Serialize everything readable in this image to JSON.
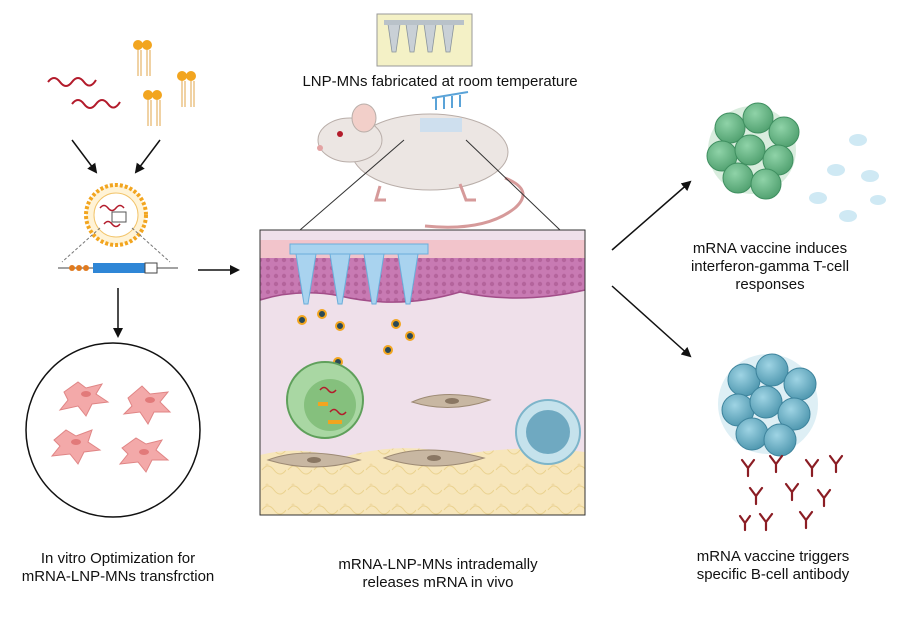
{
  "top_label": "LNP-MNs fabricated at room temperature",
  "captions": {
    "left": [
      "In vitro Optimization for",
      "mRNA-LNP-MNs transfrction"
    ],
    "center": [
      "mRNA-LNP-MNs intrademally",
      "releases mRNA in vivo"
    ],
    "right_top": [
      "mRNA vaccine induces",
      "interferon-gamma T-cell",
      "responses"
    ],
    "right_bottom": [
      "mRNA vaccine triggers",
      "specific B-cell antibody"
    ]
  },
  "colors": {
    "mrna": "#b31b2b",
    "lipid_head": "#f2a51f",
    "t_cell": "#6fbf8e",
    "b_cell": "#6fb1c8",
    "antibody": "#8b1d24",
    "skin_dermis": "#efe0ea",
    "skin_epidermis": "#c77bb0",
    "fat": "#f6e3b3",
    "fibroblast": "#f3a9a9"
  },
  "icons": [
    "mrna-strand-icon",
    "lipid-icon",
    "lnp-icon",
    "mouse-icon",
    "microneedle-patch-icon",
    "t-cell-cluster-icon",
    "b-cell-cluster-icon",
    "antibody-icon"
  ]
}
